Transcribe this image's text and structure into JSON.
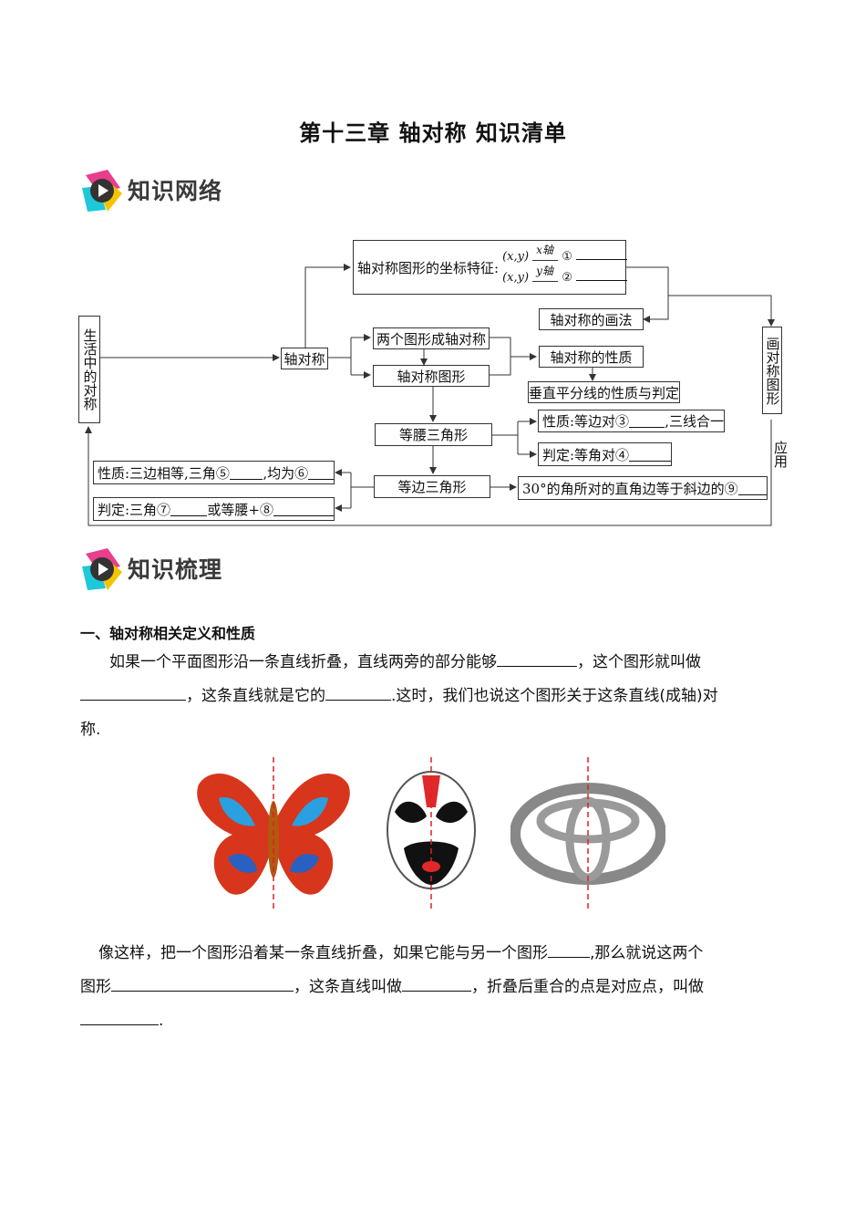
{
  "title": "第十三章  轴对称  知识清单",
  "sections": {
    "network": "知识网络",
    "summary": "知识梳理"
  },
  "diagram": {
    "life": "生活中的对称",
    "axis_sym": "轴对称",
    "coord_label": "轴对称图形的坐标特征:",
    "coord_xy": "(x,y)",
    "x_axis": "x轴",
    "y_axis": "y轴",
    "blank1": "①",
    "blank2": "②",
    "two_figures": "两个图形成轴对称",
    "axis_figure": "轴对称图形",
    "drawing": "轴对称的画法",
    "property": "轴对称的性质",
    "perp_bisector": "垂直平分线的性质与判定",
    "isosceles": "等腰三角形",
    "iso_property": "性质:等边对③",
    "iso_property_tail": ",三线合一",
    "iso_judge": "判定:等角对④",
    "equilateral": "等边三角形",
    "eq_property": "性质:三边相等,三角⑤",
    "eq_property_tail": ",均为⑥",
    "eq_judge": "判定:三角⑦",
    "eq_judge_mid": "或等腰+⑧",
    "thirty": "30°的角所对的直角边等于斜边的⑨",
    "draw_sym": "画对称图形",
    "apply": "应用"
  },
  "section1": {
    "heading": "一、轴对称相关定义和性质",
    "p1_a": "如果一个平面图形沿一条直线折叠，直线两旁的部分能够",
    "p1_b": "，这个图形就叫做",
    "p1_c": "，这条直线就是它的",
    "p1_d": ".这时，我们也说这个图形关于这条直线(成轴)对",
    "p1_e": "称.",
    "p2_a": "像这样，把一个图形沿着某一条直线折叠，如果它能与另一个图形",
    "p2_b": ",那么就说这两个",
    "p2_c": "图形",
    "p2_d": "，这条直线叫做",
    "p2_e": "，折叠后重合的点是对应点，叫做",
    "p2_f": "."
  },
  "images": [
    "butterfly",
    "peking-opera-mask",
    "toyota-logo"
  ],
  "colors": {
    "symmetry_line": "#e02020",
    "badge_pink": "#e83e8c",
    "badge_cyan": "#1ec8d8",
    "badge_yellow": "#f5c400"
  }
}
